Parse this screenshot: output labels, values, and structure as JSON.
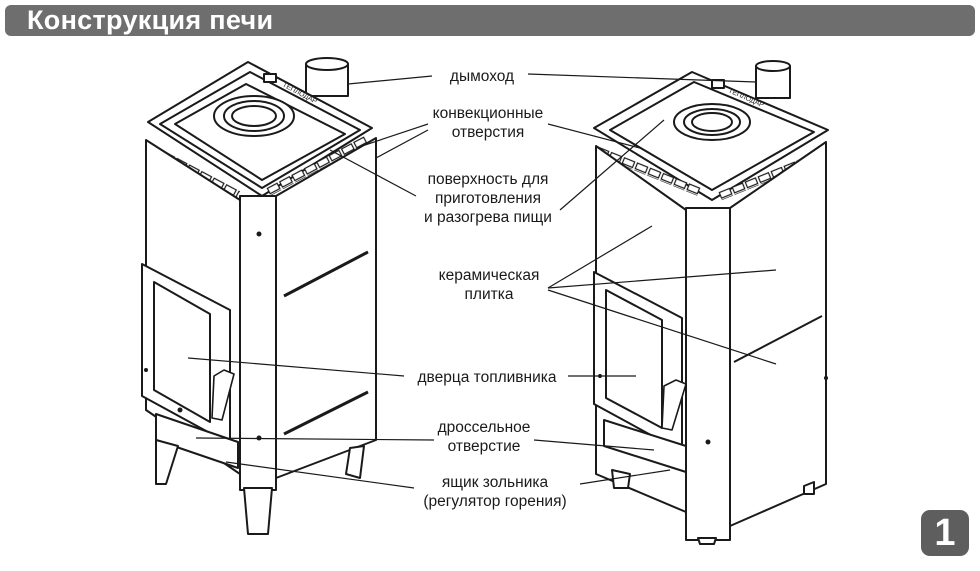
{
  "header": {
    "title": "Конструкция печи"
  },
  "labels": {
    "chimney": "дымоход",
    "convection_1": "конвекционные",
    "convection_2": "отверстия",
    "cooking_1": "поверхность для",
    "cooking_2": "приготовления",
    "cooking_3": "и разогрева пищи",
    "ceramic_1": "керамическая",
    "ceramic_2": "плитка",
    "fuel_door": "дверца топливника",
    "throttle_1": "дроссельное",
    "throttle_2": "отверстие",
    "ash_box_1": "ящик зольника",
    "ash_box_2": "(регулятор горения)"
  },
  "brand": {
    "logo_text": "ТЕПЛОДАР"
  },
  "figure": {
    "number": "1"
  },
  "colors": {
    "header_bg": "#6e6e6e",
    "badge_bg": "#5e5e5e",
    "line": "#1a1a1a"
  }
}
